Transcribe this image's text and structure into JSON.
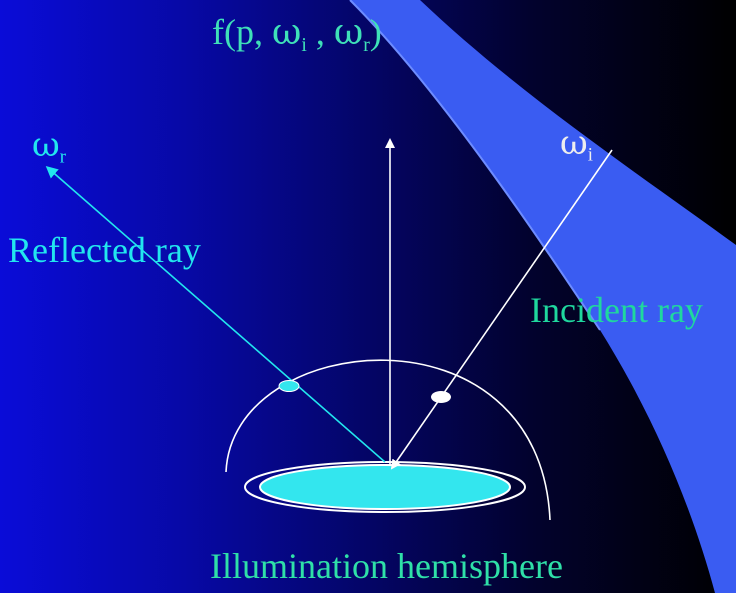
{
  "slide": {
    "formula": {
      "prefix": "f(p, ",
      "omega_symbol": "ω",
      "sub_i": "i",
      "sep": " , ",
      "omega_symbol_2": "ω",
      "sub_r": "r",
      "suffix": ")"
    },
    "omega_r": {
      "symbol": "ω",
      "sub": "r"
    },
    "omega_i": {
      "symbol": "ω",
      "sub": "i"
    },
    "reflected_ray_label": "Reflected ray",
    "incident_ray_label": "Incident ray",
    "hemisphere_label": "Illumination hemisphere"
  },
  "colors": {
    "background_left": "#0a0cd8",
    "background_right": "#000000",
    "swoosh": "#3a5cf2",
    "formula_text": "#3fe0b8",
    "reflected_cyan": "#22e6ee",
    "incident_text": "#1fd89e",
    "hemisphere_text": "#2fe0a8",
    "surface_fill": "#33e6ee",
    "lines_white": "#ffffff"
  }
}
